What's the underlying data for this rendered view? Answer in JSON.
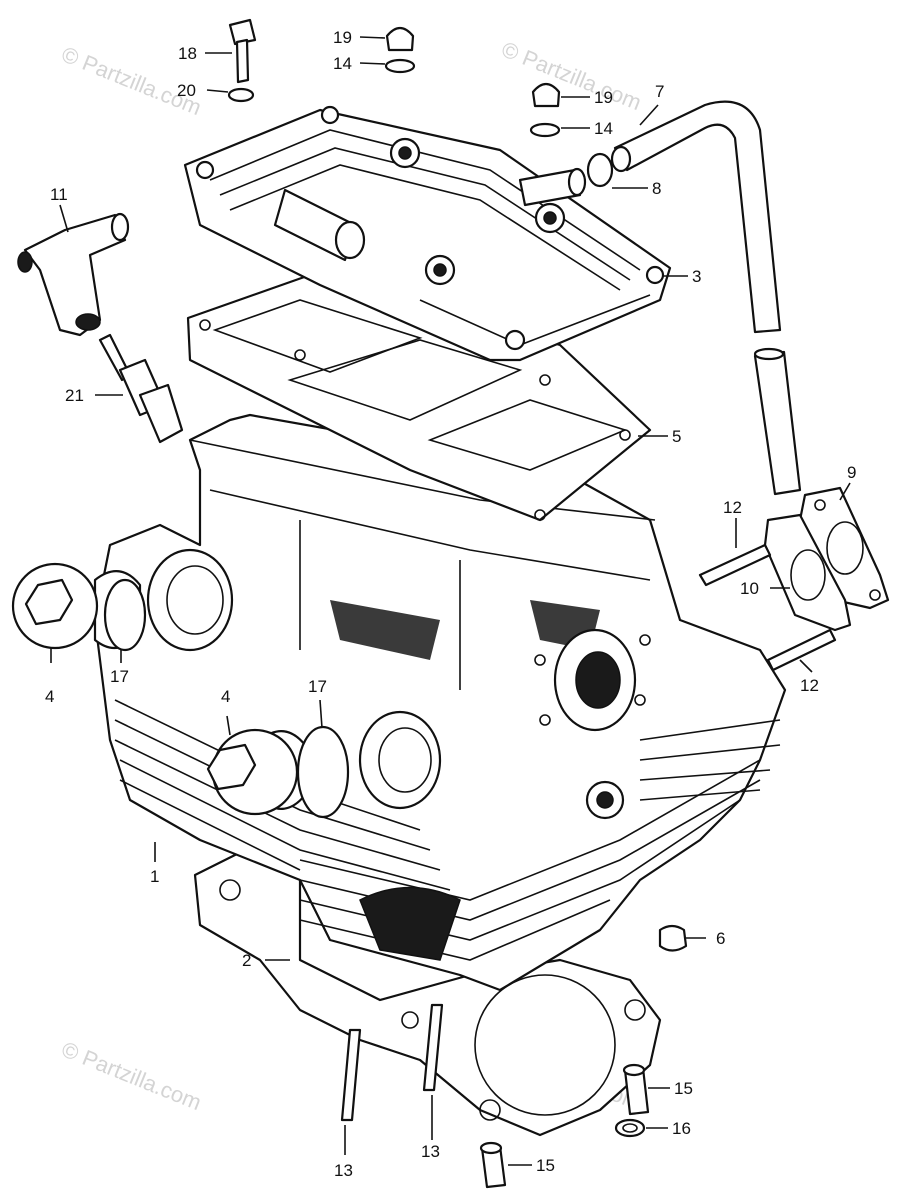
{
  "watermark": "© Partzilla.com",
  "callouts": {
    "c1": "1",
    "c2": "2",
    "c3": "3",
    "c4a": "4",
    "c4b": "4",
    "c5": "5",
    "c6": "6",
    "c7": "7",
    "c8": "8",
    "c9": "9",
    "c10": "10",
    "c11": "11",
    "c12a": "12",
    "c12b": "12",
    "c13a": "13",
    "c13b": "13",
    "c14a": "14",
    "c14b": "14",
    "c15a": "15",
    "c15b": "15",
    "c16": "16",
    "c17a": "17",
    "c17b": "17",
    "c18": "18",
    "c19a": "19",
    "c19b": "19",
    "c20": "20",
    "c21": "21"
  }
}
